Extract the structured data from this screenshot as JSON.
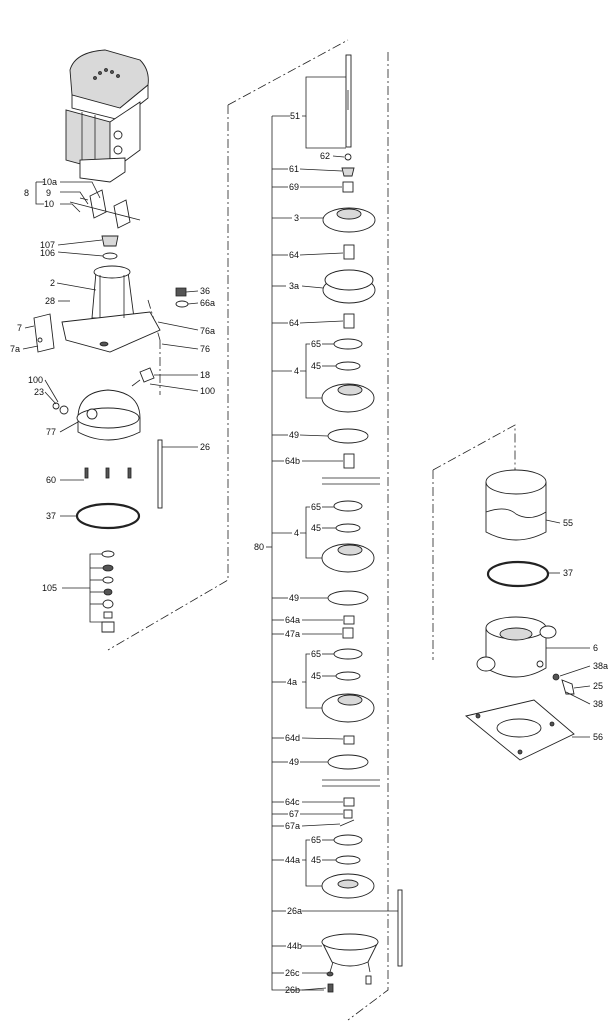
{
  "parts": {
    "p10a": "10a",
    "p8": "8",
    "p9": "9",
    "p10": "10",
    "p107": "107",
    "p106": "106",
    "p2": "2",
    "p36": "36",
    "p28": "28",
    "p66a": "66a",
    "p7": "7",
    "p76a": "76a",
    "p7a": "7a",
    "p76": "76",
    "p18": "18",
    "p100a": "100",
    "p100b": "100",
    "p23": "23",
    "p77": "77",
    "p26": "26",
    "p60": "60",
    "p37a": "37",
    "p105": "105",
    "p51": "51",
    "p62": "62",
    "p61": "61",
    "p69": "69",
    "p3": "3",
    "p64a": "64",
    "p3a": "3a",
    "p64b": "64",
    "p65a": "65",
    "p45a": "45",
    "p4a": "4",
    "p49a": "49",
    "p64b2": "64b",
    "p65b": "65",
    "p4b": "4",
    "p45b": "45",
    "p80": "80",
    "p49b": "49",
    "p64a2": "64a",
    "p47a": "47a",
    "p65c": "65",
    "p4a2": "4a",
    "p45c": "45",
    "p64d": "64d",
    "p49c": "49",
    "p64c": "64c",
    "p67": "67",
    "p67a": "67a",
    "p65d": "65",
    "p44a": "44a",
    "p45d": "45",
    "p26a": "26a",
    "p44b": "44b",
    "p26c": "26c",
    "p26b": "26b",
    "p55": "55",
    "p37b": "37",
    "p6": "6",
    "p38a": "38a",
    "p25": "25",
    "p38": "38",
    "p56": "56"
  }
}
